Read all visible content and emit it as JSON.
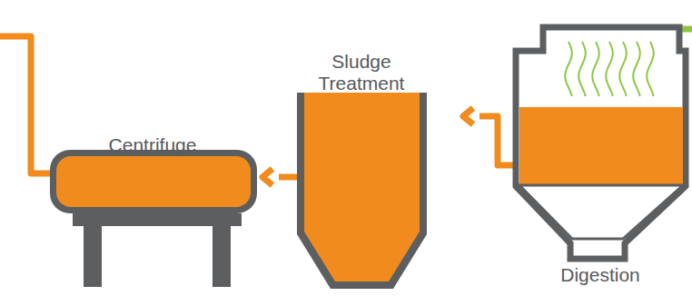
{
  "diagram": {
    "nodes": [
      {
        "text": [
          "Centrifuge"
        ]
      },
      {
        "text": [
          "Sludge Treatment"
        ]
      },
      {
        "text": [
          "Digestion"
        ]
      }
    ],
    "edges": [
      {
        "from": 2,
        "to": 1,
        "arrow": "to"
      },
      {
        "from": 1,
        "to": 0,
        "arrow": "to"
      }
    ]
  }
}
